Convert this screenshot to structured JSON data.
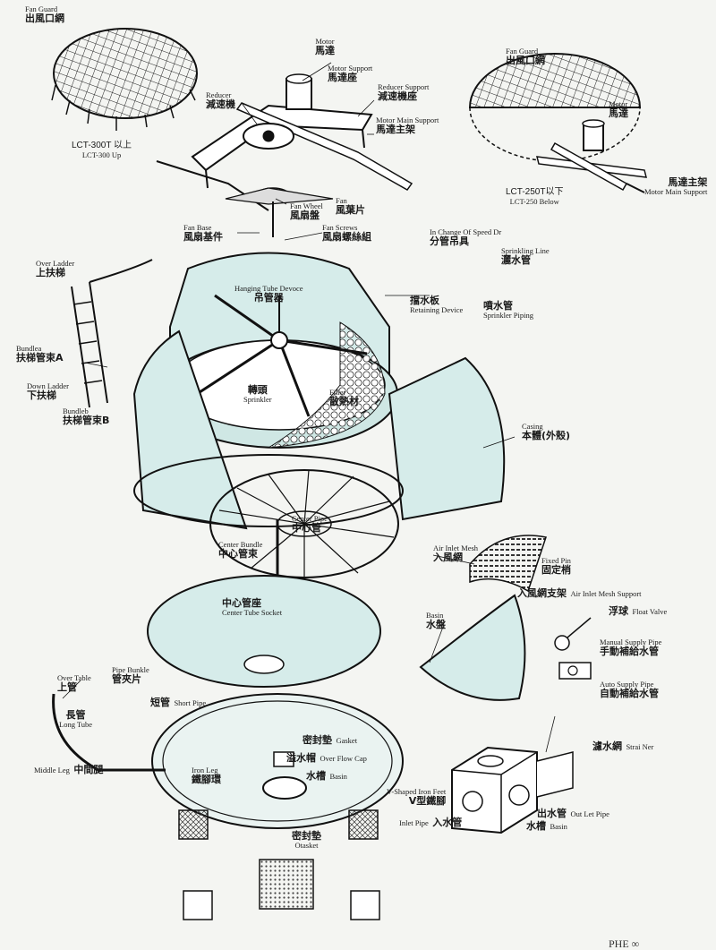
{
  "diagram": {
    "variants": {
      "large": {
        "model": "LCT-300T 以上",
        "model_en": "LCT-300 Up",
        "fan_guard": {
          "en": "Fan Guard",
          "zh": "出風口網"
        }
      },
      "small": {
        "model": "LCT-250T以下",
        "model_en": "LCT-250 Below",
        "fan_guard": {
          "en": "Fan Guard",
          "zh": "出風口網"
        },
        "motor": {
          "en": "Motor",
          "zh": "馬達"
        },
        "motor_main_support": {
          "en": "Motor Main Support",
          "zh": "馬達主架"
        }
      }
    },
    "parts": {
      "motor": {
        "en": "Motor",
        "zh": "馬達"
      },
      "motor_support": {
        "en": "Motor Support",
        "zh": "馬達座"
      },
      "reducer_support": {
        "en": "Reducer Support",
        "zh": "減速機座"
      },
      "motor_main_support": {
        "en": "Motor Main Support",
        "zh": "馬達主架"
      },
      "reducer": {
        "en": "Reducer",
        "zh": "減速機"
      },
      "fan_wheel": {
        "en": "Fan Wheel",
        "zh": "風扇盤"
      },
      "fan": {
        "en": "Fan",
        "zh": "風葉片"
      },
      "fan_base": {
        "en": "Fan Base",
        "zh": "風扇基件"
      },
      "fan_screws": {
        "en": "Fan Screws",
        "zh": "風扇螺絲組"
      },
      "change_speed": {
        "en": "In Change Of Speed Dr",
        "zh": "分管吊具"
      },
      "sprinkling_line": {
        "en": "Sprinkling Line",
        "zh": "灑水管"
      },
      "retaining_device": {
        "en": "Retaining Device",
        "zh": "擋水板"
      },
      "sprinkler_piping": {
        "en": "Sprinkler Piping",
        "zh": "噴水管"
      },
      "over_ladder": {
        "en": "Over Ladder",
        "zh": "上扶梯"
      },
      "hanging_tube": {
        "en": "Hanging Tube Devoce",
        "zh": "吊管器"
      },
      "bundle_a": {
        "en": "Bundlea",
        "zh": "扶梯管束A"
      },
      "down_ladder": {
        "en": "Down Ladder",
        "zh": "下扶梯"
      },
      "bundle_b": {
        "en": "Bundleb",
        "zh": "扶梯管束B"
      },
      "sprinkler": {
        "en": "Sprinkler",
        "zh": "轉頭"
      },
      "filler": {
        "en": "Filler",
        "zh": "散熱材"
      },
      "casing": {
        "en": "Casing",
        "zh": "本體(外殼)"
      },
      "center_pipe": {
        "en": "Center Pipe",
        "zh": "中心管"
      },
      "center_bundle": {
        "en": "Center Bundle",
        "zh": "中心管束"
      },
      "air_inlet_mesh": {
        "en": "Air Inlet Mesh",
        "zh": "入風網"
      },
      "fixed_pin": {
        "en": "Fixed Pin",
        "zh": "固定梢"
      },
      "air_inlet_mesh_support": {
        "en": "Air Inlet Mesh Support",
        "zh": "入風網支架"
      },
      "center_tube_socket": {
        "en": "Center Tube Socket",
        "zh": "中心管座"
      },
      "basin_upper": {
        "en": "Basin",
        "zh": "水盤"
      },
      "float_valve": {
        "en": "Float Valve",
        "zh": "浮球"
      },
      "manual_supply": {
        "en": "Manual Supply Pipe",
        "zh": "手動補給水管"
      },
      "auto_supply": {
        "en": "Auto Supply Pipe",
        "zh": "自動補給水管"
      },
      "over_table": {
        "en": "Over Table",
        "zh": "上管"
      },
      "pipe_bunkle": {
        "en": "Pipe Bunkle",
        "zh": "管夾片"
      },
      "short_pipe": {
        "en": "Short Pipe",
        "zh": "短管"
      },
      "long_tube": {
        "en": "Long Tube",
        "zh": "長管"
      },
      "middle_leg": {
        "en": "Middle Leg",
        "zh": "中間腿"
      },
      "iron_leg": {
        "en": "Iron Leg",
        "zh": "鐵腳環"
      },
      "gasket": {
        "en": "Gasket",
        "zh": "密封墊"
      },
      "over_flow_cap": {
        "en": "Over Flow Cap",
        "zh": "溢水帽"
      },
      "basin_lower": {
        "en": "Basin",
        "zh": "水槽"
      },
      "otasket": {
        "en": "Otasket",
        "zh": "密封墊"
      },
      "strainer": {
        "en": "Strai Ner",
        "zh": "濾水網"
      },
      "v_feet": {
        "en": "V-Shaped Iron Feet",
        "zh": "V型鐵腳"
      },
      "inlet_pipe": {
        "en": "Inlet Pipe",
        "zh": "入水管"
      },
      "out_let_pipe": {
        "en": "Out Let Pipe",
        "zh": "出水管"
      },
      "basin_box": {
        "en": "Basin",
        "zh": "水槽"
      }
    }
  }
}
